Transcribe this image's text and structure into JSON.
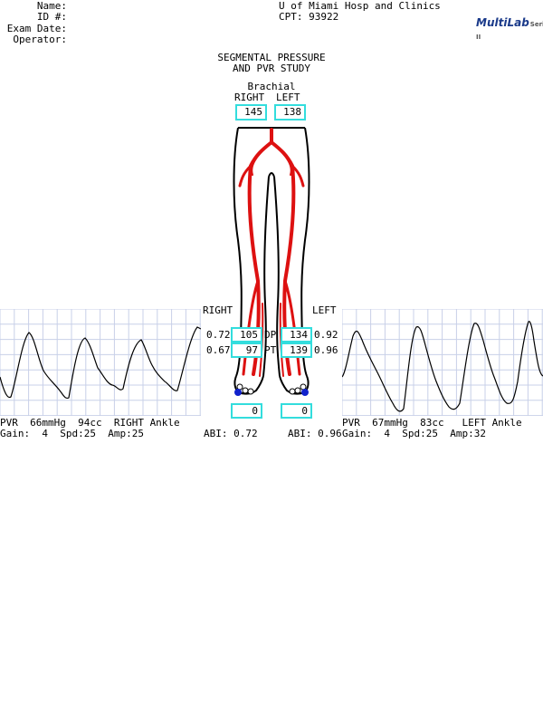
{
  "header": {
    "name_label": "Name:",
    "id_label": "ID #:",
    "exam_date_label": "Exam Date:",
    "operator_label": "Operator:",
    "hospital": "U of Miami Hosp and Clinics",
    "cpt": "CPT: 93922",
    "logo_text": "MultiLab",
    "logo_series": "Series II"
  },
  "study": {
    "title_line1": "SEGMENTAL PRESSURE",
    "title_line2": "AND PVR STUDY",
    "brachial_label": "Brachial",
    "right_label": "RIGHT",
    "left_label": "LEFT",
    "brachial_right": "145",
    "brachial_left": "138"
  },
  "pressures": {
    "right_side_label": "RIGHT",
    "left_side_label": "LEFT",
    "dp_label": "DP",
    "pt_label": "PT",
    "dp_right": "105",
    "dp_left": "134",
    "pt_right": "97",
    "pt_left": "139",
    "dp_right_index": "0.72",
    "dp_left_index": "0.92",
    "pt_right_index": "0.67",
    "pt_left_index": "0.96",
    "toe_right": "0",
    "toe_left": "0",
    "abi_right": "ABI: 0.72",
    "abi_left": "ABI: 0.96"
  },
  "pvr_right": {
    "line1": "PVR  66mmHg  94cc  RIGHT Ankle",
    "line2": "Gain:  4  Spd:25  Amp:25"
  },
  "pvr_left": {
    "line1": "PVR  67mmHg  83cc   LEFT Ankle",
    "line2": "Gain:  4  Spd:25  Amp:32"
  },
  "colors": {
    "box_border": "#33dddd",
    "artery": "#dd1111",
    "grid": "#c8d0e8",
    "logo": "#1a3a8a"
  }
}
